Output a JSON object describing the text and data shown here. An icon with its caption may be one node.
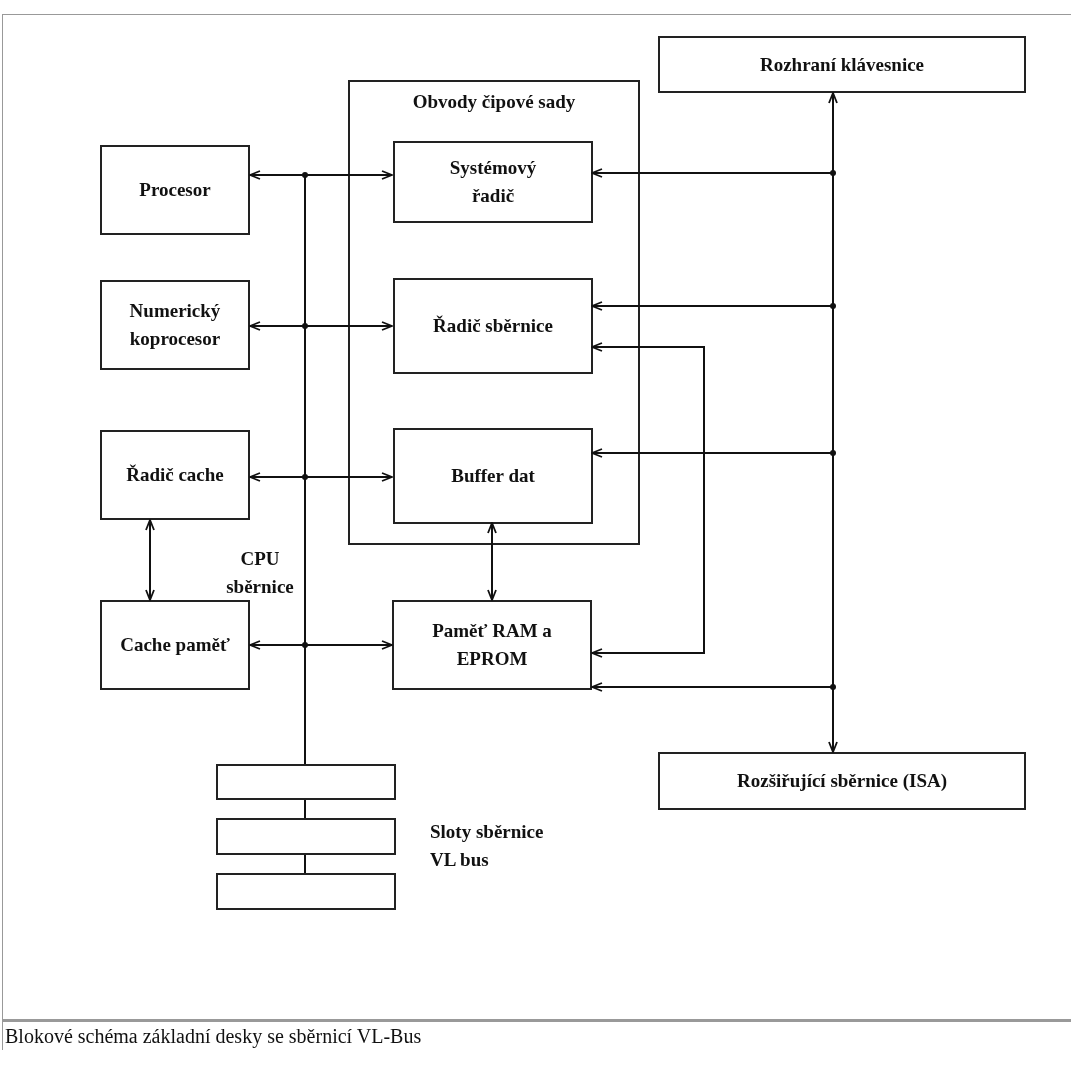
{
  "diagram": {
    "caption": "Blokové schéma základní desky se sběrnicí VL-Bus",
    "nodes": [
      {
        "text": [
          "Procesor"
        ]
      },
      {
        "text": [
          "Numerický koprocesor"
        ]
      },
      {
        "text": [
          "Řadič cache"
        ]
      },
      {
        "text": [
          "Cache paměť"
        ]
      },
      {
        "text": [
          "Obvody čipové sady"
        ]
      },
      {
        "text": [
          "Systémový řadič"
        ],
        "in": 4
      },
      {
        "text": [
          "Řadič sběrnice"
        ],
        "in": 4
      },
      {
        "text": [
          "Buffer dat"
        ],
        "in": 4
      },
      {
        "text": [
          "Paměť RAM a EPROM"
        ]
      },
      {
        "text": [
          "Rozhraní klávesnice"
        ]
      },
      {
        "text": [
          "Rozšiřující sběrnice (ISA)"
        ]
      },
      {
        "text": [],
        "shape": "box"
      },
      {
        "text": [],
        "shape": "box"
      },
      {
        "text": [],
        "shape": "box"
      }
    ],
    "edges": [
      {
        "from": 0,
        "to": 5,
        "arrow": "both"
      },
      {
        "from": 1,
        "to": 6,
        "arrow": "both"
      },
      {
        "from": 2,
        "to": 7,
        "arrow": "both"
      },
      {
        "from": 3,
        "to": 8,
        "arrow": "both"
      },
      {
        "from": 0,
        "to": 11,
        "arrow": "none"
      },
      {
        "from": 11,
        "to": 12,
        "arrow": "none"
      },
      {
        "from": 12,
        "to": 13,
        "arrow": "none"
      },
      {
        "from": 2,
        "to": 3,
        "arrow": "both"
      },
      {
        "from": 7,
        "to": 8,
        "arrow": "both"
      },
      {
        "from": 9,
        "to": 10,
        "arrow": "both"
      },
      {
        "from": 10,
        "to": 5,
        "arrow": "to"
      },
      {
        "from": 10,
        "to": 6,
        "arrow": "to"
      },
      {
        "from": 10,
        "to": 7,
        "arrow": "to"
      },
      {
        "from": 10,
        "to": 8,
        "arrow": "to"
      },
      {
        "from": 6,
        "to": 8,
        "arrow": "both"
      }
    ],
    "labels": [
      "CPU sběrnice",
      "Sloty sběrnice VL bus"
    ]
  }
}
